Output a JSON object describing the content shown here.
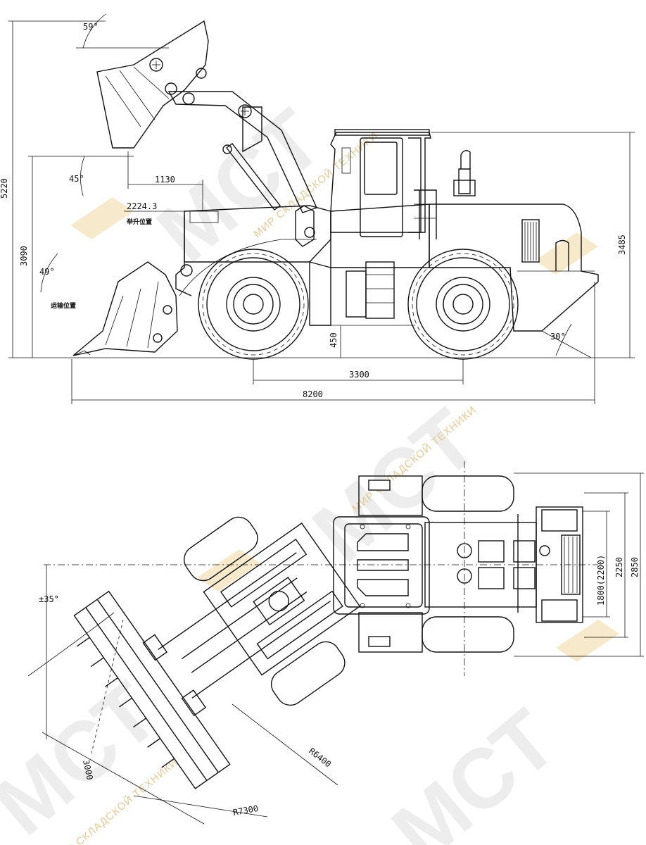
{
  "side_view": {
    "dims": {
      "total_height": "5220",
      "dump_height": "3090",
      "cab_height": "3485",
      "reach": "1130",
      "hinge_lift": "2224.3",
      "ground_clearance": "450",
      "wheelbase": "3300",
      "overall_length": "8200"
    },
    "angles": {
      "rollback_top": "59°",
      "dump_angle": "45°",
      "rollback_carry": "49°",
      "departure_angle": "30°"
    },
    "labels": {
      "max_lift_position": "举升位置",
      "transport_position": "运输位置"
    }
  },
  "top_view": {
    "dims": {
      "articulation": "±35°",
      "bucket_width": "3000",
      "turn_radius_inner": "R6400",
      "turn_radius_outer": "R7300",
      "track_width": "1800(2200)",
      "width_tyres": "2250",
      "overall_width": "2850"
    }
  },
  "watermark": {
    "brand": "МСТ",
    "slogan": "МИР СКЛАДСКОЙ ТЕХНИКИ",
    "accent_color": "#e8c06a"
  }
}
